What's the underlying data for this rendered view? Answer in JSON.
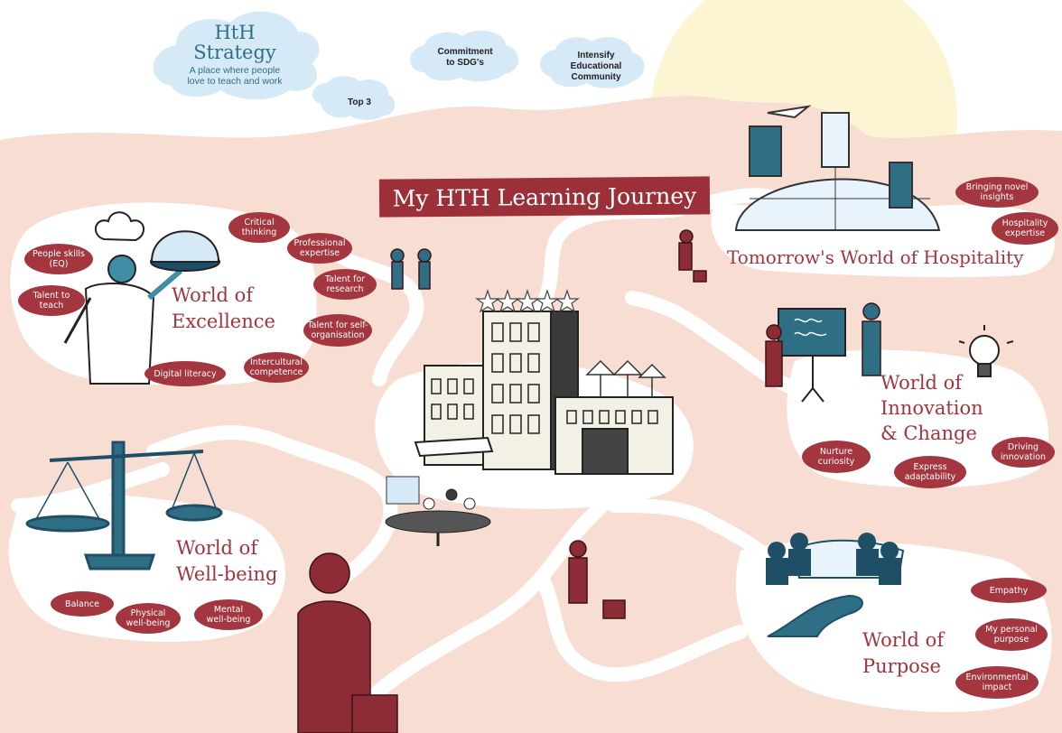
{
  "strategy": {
    "title_line1": "HtH",
    "title_line2": "Strategy",
    "subtitle_line1": "A place where people",
    "subtitle_line2": "love to teach and work"
  },
  "clouds": {
    "top3": "Top 3",
    "sdg": "Commitment\nto SDG's",
    "community": "Intensify\nEducational\nCommunity"
  },
  "journey_title": "My HTH Learning Journey",
  "worlds": {
    "excellence": {
      "line1": "World of",
      "line2": "Excellence"
    },
    "wellbeing": {
      "line1": "World of",
      "line2": "Well-being"
    },
    "hospitality": {
      "line1": "Tomorrow's World of Hospitality"
    },
    "innovation": {
      "line1": "World of",
      "line2": "Innovation",
      "line3": "& Change"
    },
    "purpose": {
      "line1": "World of",
      "line2": "Purpose"
    }
  },
  "skills": {
    "excellence": [
      "People skills\n(EQ)",
      "Talent to\nteach",
      "Critical\nthinking",
      "Professional\nexpertise",
      "Talent for\nresearch",
      "Talent for self-\norganisation",
      "Intercultural\ncompetence",
      "Digital literacy"
    ],
    "hospitality": [
      "Bringing novel\ninsights",
      "Hospitality\nexpertise"
    ],
    "innovation": [
      "Nurture\ncuriosity",
      "Express\nadaptability",
      "Driving\ninnovation"
    ],
    "wellbeing": [
      "Balance",
      "Physical\nwell-being",
      "Mental\nwell-being"
    ],
    "purpose": [
      "Empathy",
      "My personal\npurpose",
      "Environmental\nimpact"
    ]
  },
  "colors": {
    "accent": "#a4363f",
    "land": "#f8ddd2",
    "path": "#ffffff",
    "cloud": "#d5e9f7",
    "teal": "#2f6f86"
  }
}
